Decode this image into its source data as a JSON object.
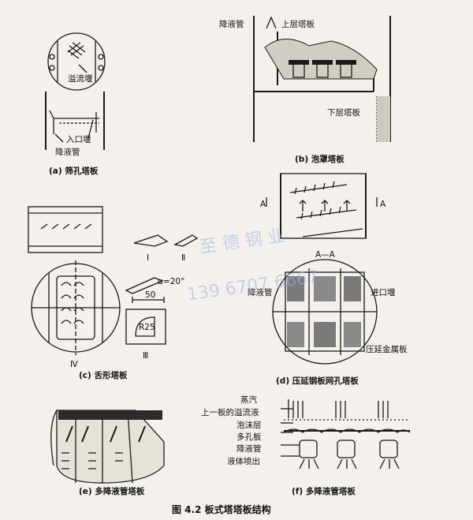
{
  "panel_a": {
    "labels": [
      "溢流堰",
      "入口堰",
      "降液管"
    ],
    "caption": "(a) 筛孔塔板"
  },
  "panel_b": {
    "labels": [
      "降液管",
      "上层塔板",
      "下层塔板"
    ],
    "caption": "(b) 泡罩塔板"
  },
  "panel_c": {
    "labels": [
      "Ⅰ",
      "Ⅱ",
      "Ⅳ",
      "Ⅲ",
      "α=20°",
      "50",
      "R25"
    ],
    "caption": "(c) 舌形塔板"
  },
  "panel_d": {
    "labels": [
      "A",
      "A",
      "A—A",
      "降液管",
      "进口堰",
      "压延金属板"
    ],
    "caption": "(d) 压延钢板网孔塔板"
  },
  "panel_e": {
    "caption": "(e) 多降液管塔板"
  },
  "panel_f": {
    "labels": [
      "蒸汽",
      "上一板的溢流液",
      "泡沫层",
      "多孔板",
      "降液管",
      "液体喷出"
    ],
    "caption": "(f) 多降液管塔板"
  },
  "figure_caption": "图 4.2   板式塔塔板结构",
  "watermark": {
    "line1": "至 德 钢 业",
    "line2": "139 6707 6667"
  }
}
